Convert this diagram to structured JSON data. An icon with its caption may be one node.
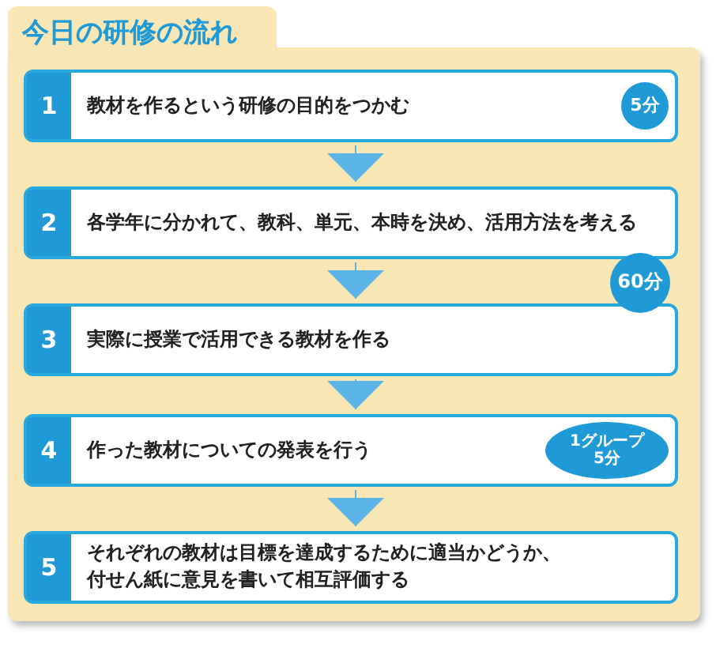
{
  "diagram": {
    "title": "今日の研修の流れ",
    "nodes": [
      {
        "text": [
          "1",
          "教材を作るという研修の目的をつかむ",
          "5分"
        ]
      },
      {
        "text": [
          "2",
          "各学年に分かれて、教科、単元、本時を決め、活用方法を考える"
        ]
      },
      {
        "text": [
          "3",
          "実際に授業で活用できる教材を作る"
        ]
      },
      {
        "text": [
          "4",
          "作った教材についての発表を行う",
          "1グループ 5分"
        ]
      },
      {
        "text": [
          "5",
          "それぞれの教材は目標を達成するために適当かどうか、付せん紙に意見を書いて相互評価する"
        ]
      }
    ],
    "edges": [
      {
        "from": 0,
        "to": 1,
        "arrow": "to"
      },
      {
        "from": 1,
        "to": 2,
        "arrow": "to"
      },
      {
        "from": 2,
        "to": 3,
        "arrow": "to"
      },
      {
        "from": 3,
        "to": 4,
        "arrow": "to"
      }
    ],
    "labels": [
      "60分"
    ]
  }
}
